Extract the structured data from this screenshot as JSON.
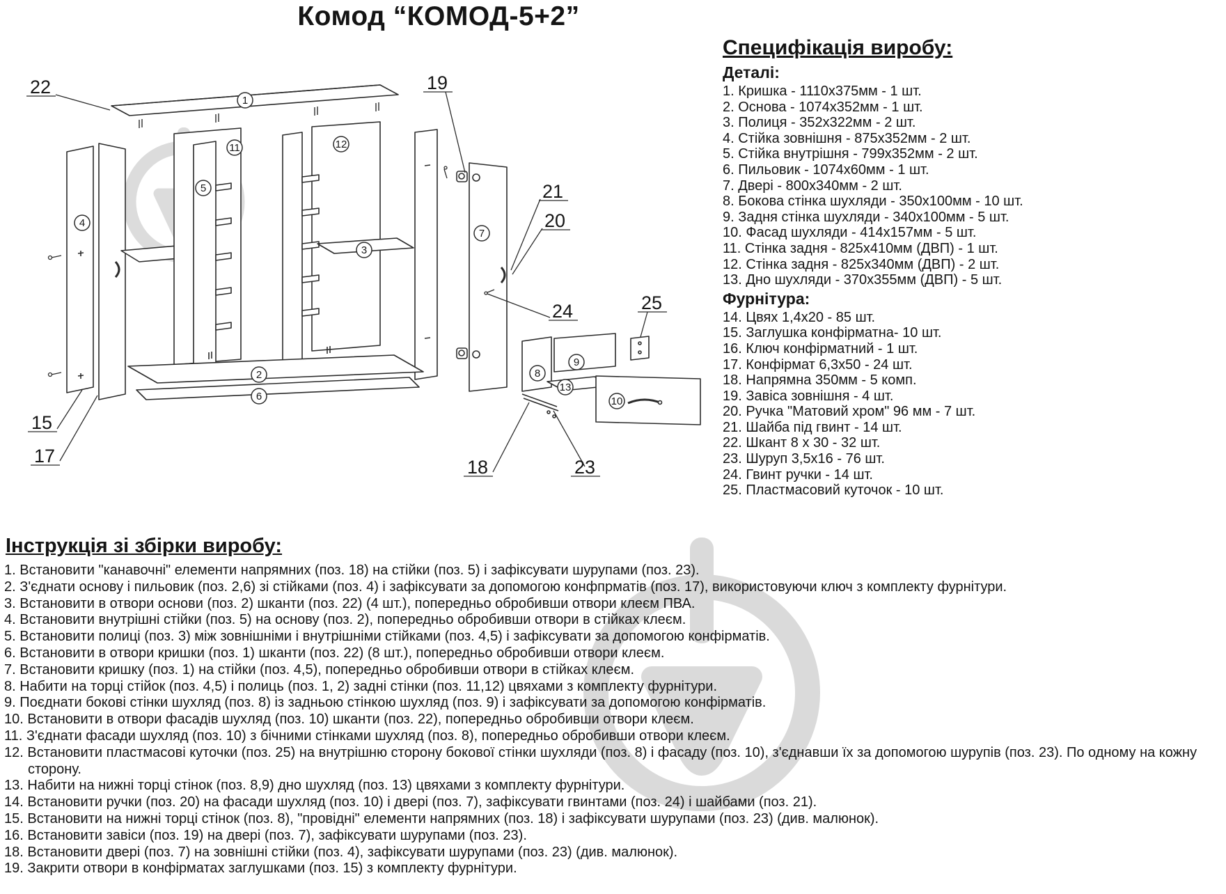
{
  "title": "Комод “КОМОД-5+2”",
  "spec": {
    "heading": "Специфікація виробу:",
    "details_heading": "Деталі:",
    "details": [
      "1. Кришка - 1110х375мм - 1 шт.",
      "2. Основа - 1074х352мм - 1 шт.",
      "3. Полиця - 352х322мм - 2 шт.",
      "4. Стійка зовнішня - 875х352мм - 2 шт.",
      "5. Стійка внутрішня - 799х352мм - 2 шт.",
      "6. Пильовик - 1074х60мм - 1 шт.",
      "7. Двері - 800х340мм - 2 шт.",
      "8. Бокова стінка шухляди - 350х100мм - 10 шт.",
      "9. Задня стінка шухляди - 340х100мм - 5 шт.",
      "10. Фасад шухляди - 414х157мм - 5 шт.",
      "11. Стінка задня - 825х410мм (ДВП) - 1 шт.",
      "12. Стінка задня - 825х340мм (ДВП) - 2 шт.",
      "13. Дно шухляди - 370х355мм (ДВП) - 5 шт."
    ],
    "hardware_heading": "Фурнітура:",
    "hardware": [
      "14. Цвях 1,4х20 - 85 шт.",
      "15. Заглушка конфірматна- 10 шт.",
      "16. Ключ конфірматний - 1 шт.",
      "17. Конфірмат 6,3х50 - 24 шт.",
      "18. Напрямна 350мм - 5 комп.",
      "19. Завіса зовнішня - 4 шт.",
      "20. Ручка \"Матовий хром\" 96 мм - 7 шт.",
      "21. Шайба під гвинт - 14 шт.",
      "22. Шкант 8 х 30 - 32 шт.",
      "23. Шуруп 3,5х16 - 76 шт.",
      "24. Гвинт ручки - 14 шт.",
      "25. Пластмасовий куточок - 10 шт."
    ]
  },
  "instructions": {
    "heading": "Інструкція зі збірки виробу:",
    "steps": [
      "1. Встановити \"канавочні\" елементи напрямних (поз. 18) на стійки (поз. 5) і зафіксувати шурупами (поз. 23).",
      "2. З'єднати основу і пильовик (поз. 2,6) зі стійками (поз. 4) і зафіксувати за допомогою конфпрматів (поз. 17), використовуючи ключ з комплекту фурнітури.",
      "3. Встановити в отвори основи (поз. 2) шканти (поз. 22) (4 шт.), попередньо обробивши отвори клеєм ПВА.",
      "4. Встановити внутрішні стійки (поз. 5) на основу (поз. 2), попередньо обробивши отвори в стійках клеєм.",
      "5. Встановити полиці (поз. 3) між зовнішніми і внутрішніми стійками (поз. 4,5) і зафіксувати за допомогою конфірматів.",
      "6. Встановити в отвори кришки (поз. 1) шканти (поз. 22) (8 шт.), попередньо обробивши отвори клеєм.",
      "7. Встановити кришку (поз. 1) на стійки (поз. 4,5), попередньо обробивши отвори в стійках клеєм.",
      "8. Набити на торці стійок (поз. 4,5) і полиць (поз. 1, 2) задні стінки (поз. 11,12) цвяхами з комплекту фурнітури.",
      "9. Поєднати бокові стінки шухляд (поз. 8) із задньою стінкою шухляд (поз. 9) і зафіксувати за допомогою конфірматів.",
      "10. Встановити в отвори фасадів шухляд (поз. 10) шканти (поз. 22), попередньо обробивши отвори клеєм.",
      "11. З'єднати фасади шухляд (поз. 10) з бічними стінками шухляд (поз. 8), попередньо обробивши отвори клеєм.",
      "12. Встановити пластмасові куточки (поз. 25) на внутрішню сторону бокової стінки шухляди (поз. 8) і фасаду (поз. 10), з'єднавши їх за допомогою шурупів (поз. 23). По одному на кожну сторону.",
      "13. Набити на нижні торці стінок (поз. 8,9) дно шухляд (поз. 13) цвяхами з комплекту фурнітури.",
      "14. Встановити ручки (поз. 20) на фасади шухляд (поз. 10) і двері (поз. 7), зафіксувати гвинтами (поз. 24) і шайбами (поз. 21).",
      "15. Встановити на нижні торці стінок (поз. 8), \"провідні\" елементи напрямних (поз. 18) і зафіксувати шурупами (поз. 23) (див. малюнок).",
      "16. Встановити завіси (поз. 19) на двері (поз. 7), зафіксувати шурупами (поз. 23).",
      "18. Встановити двері (поз. 7) на зовнішні стійки (поз. 4), зафіксувати шурупами (поз. 23) (див. малюнок).",
      "19. Закрити отвори в конфірматах заглушками (поз. 15) з комплекту фурнітури."
    ]
  },
  "diagram": {
    "callouts": [
      "22",
      "19",
      "21",
      "20",
      "24",
      "25",
      "15",
      "17",
      "18",
      "23"
    ],
    "badges": [
      "1",
      "11",
      "12",
      "5",
      "4",
      "3",
      "7",
      "2",
      "6",
      "8",
      "9",
      "13",
      "10"
    ]
  }
}
